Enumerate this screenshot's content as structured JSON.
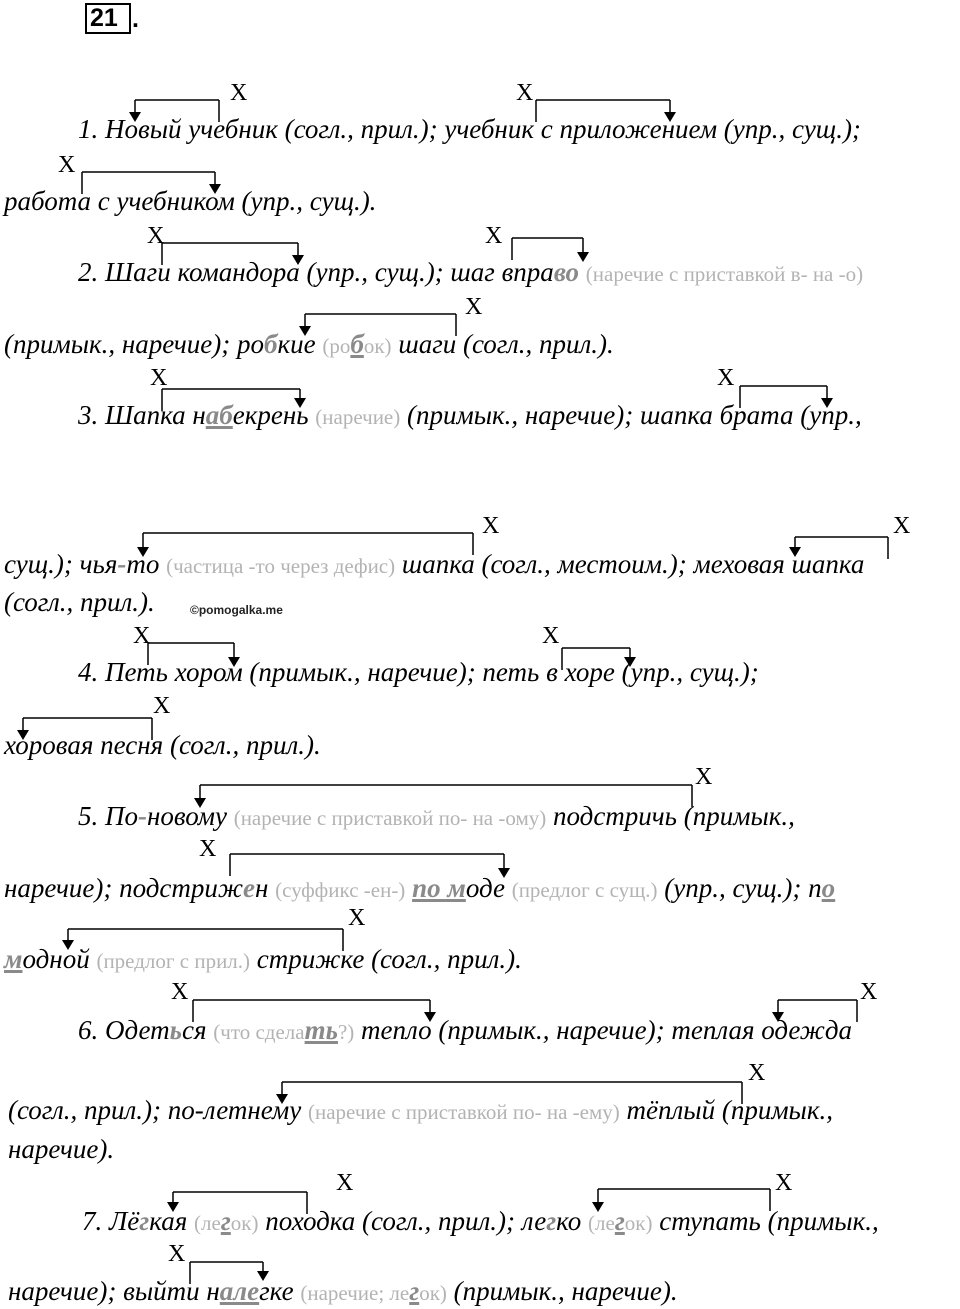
{
  "exercise": {
    "number": "21",
    "dot": "."
  },
  "watermark": "©pomogalka.me",
  "marker": "X",
  "lines": [
    {
      "parts": [
        {
          "t": "1. Новый учебник (согл., прил.); учебник с приложением (упр., сущ.);"
        }
      ]
    },
    {
      "parts": [
        {
          "t": "работа с учебником (упр., сущ.)."
        }
      ]
    },
    {
      "parts": [
        {
          "t": "2. Шаги командора (упр., сущ.); шаг впра"
        },
        {
          "t": "во",
          "s": "hld"
        },
        {
          "t": " "
        },
        {
          "t": "(наречие с приставкой в- на -о)",
          "s": "g"
        }
      ]
    },
    {
      "parts": [
        {
          "t": "(примык., наречие); ро"
        },
        {
          "t": "б",
          "s": "hld"
        },
        {
          "t": "кие "
        },
        {
          "t": "(ро",
          "s": "g"
        },
        {
          "t": "б",
          "s": "hl"
        },
        {
          "t": "ок)",
          "s": "g"
        },
        {
          "t": " шаги (согл., прил.)."
        }
      ]
    },
    {
      "parts": [
        {
          "t": "3. Шапка н"
        },
        {
          "t": "аб",
          "s": "hl"
        },
        {
          "t": "екрень "
        },
        {
          "t": "(наречие)",
          "s": "g"
        },
        {
          "t": " (примык., наречие); шапка брата (упр.,"
        }
      ]
    },
    {
      "parts": [
        {
          "t": "сущ.); чья"
        },
        {
          "t": "-",
          "s": "hld"
        },
        {
          "t": "то "
        },
        {
          "t": "(частица -то через дефис)",
          "s": "g"
        },
        {
          "t": " шапка (согл., местоим.); меховая шапка"
        }
      ]
    },
    {
      "parts": [
        {
          "t": "(согл., прил.)."
        }
      ]
    },
    {
      "parts": [
        {
          "t": "4. Петь хором (примык., наречие); петь в хоре (упр., сущ.);"
        }
      ]
    },
    {
      "parts": [
        {
          "t": "хоровая песня (согл., прил.)."
        }
      ]
    },
    {
      "parts": [
        {
          "t": "5. По"
        },
        {
          "t": "-",
          "s": "hld"
        },
        {
          "t": "новому "
        },
        {
          "t": "(наречие с приставкой по- на -ому)",
          "s": "g"
        },
        {
          "t": " подстричь (примык.,"
        }
      ]
    },
    {
      "parts": [
        {
          "t": "наречие); подстриж"
        },
        {
          "t": "е",
          "s": "hld"
        },
        {
          "t": "н "
        },
        {
          "t": "(суффикс -ен-)",
          "s": "g"
        },
        {
          "t": " "
        },
        {
          "t": "по м",
          "s": "hl"
        },
        {
          "t": "оде "
        },
        {
          "t": "(предлог с сущ.)",
          "s": "g"
        },
        {
          "t": " (упр., сущ.); п"
        },
        {
          "t": "о",
          "s": "hl"
        }
      ]
    },
    {
      "parts": [
        {
          "t": "м",
          "s": "hl"
        },
        {
          "t": "одной "
        },
        {
          "t": "(предлог с прил.)",
          "s": "g"
        },
        {
          "t": " стрижке (согл., прил.)."
        }
      ]
    },
    {
      "parts": [
        {
          "t": "6. Одет"
        },
        {
          "t": "ь",
          "s": "hld"
        },
        {
          "t": "ся "
        },
        {
          "t": "(что сдела",
          "s": "g"
        },
        {
          "t": "ть",
          "s": "hl"
        },
        {
          "t": "?)",
          "s": "g"
        },
        {
          "t": " тепло (примык., наречие); теплая одежда"
        }
      ]
    },
    {
      "parts": [
        {
          "t": "(согл., прил.); по-летнему "
        },
        {
          "t": "(наречие с приставкой по- на -ему)",
          "s": "g"
        },
        {
          "t": " тёплый (примык.,"
        }
      ]
    },
    {
      "parts": [
        {
          "t": "наречие)."
        }
      ]
    },
    {
      "parts": [
        {
          "t": "7. Лё"
        },
        {
          "t": "г",
          "s": "hld"
        },
        {
          "t": "кая "
        },
        {
          "t": "(ле",
          "s": "g"
        },
        {
          "t": "г",
          "s": "hl"
        },
        {
          "t": "ок)",
          "s": "g"
        },
        {
          "t": " походка (согл., прил.); ле"
        },
        {
          "t": "г",
          "s": "hld"
        },
        {
          "t": "ко "
        },
        {
          "t": "(ле",
          "s": "g"
        },
        {
          "t": "г",
          "s": "hl"
        },
        {
          "t": "ок)",
          "s": "g"
        },
        {
          "t": " ступать (примык.,"
        }
      ]
    },
    {
      "parts": [
        {
          "t": "наречие); выйти н"
        },
        {
          "t": "але",
          "s": "hl"
        },
        {
          "t": "гке "
        },
        {
          "t": "(наречие; ле",
          "s": "g"
        },
        {
          "t": "г",
          "s": "hl"
        },
        {
          "t": "ок)",
          "s": "g"
        },
        {
          "t": " (примык., наречие)."
        }
      ]
    }
  ]
}
